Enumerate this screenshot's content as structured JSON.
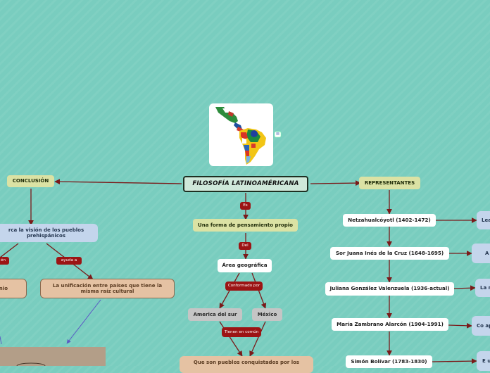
{
  "central": {
    "title": "FILOSOFÍA LATINOAMÉRICANA"
  },
  "map_image": {
    "menu_glyph": "≡"
  },
  "conclusion": {
    "label": "CONCLUSIÓN",
    "vision": "rca la visión de los pueblos prehispánicos",
    "link_left": "én",
    "link_right": "ayuda a",
    "node_left": "inio",
    "unification": "La unificación entre países que tiene la misma raíz cultural"
  },
  "center_branch": {
    "link_es": "Es",
    "definition": "Una forma de pensamiento propio",
    "link_del": "Del",
    "area": "Área geográfica",
    "link_conformado": "Conformado por",
    "america_sur": "America del sur",
    "mexico": "México",
    "link_comun": "Tienen en común",
    "bottom": "Que son pueblos conquistados por los"
  },
  "representantes": {
    "label": "REPRESENTANTES",
    "people": [
      "Netzahualcóyotl (1402-1472)",
      "Sor Juana Inés de la Cruz (1648-1695)",
      "Juliana González Valenzuela (1936-actual)",
      "María Zambrano Alarcón (1904-1991)",
      "Simón Bolívar (1783-1830)"
    ],
    "side_notes": [
      "Lea",
      "A",
      "La n",
      "Co apre",
      "E un"
    ]
  },
  "colors": {
    "background": "#79cdbf",
    "connector": "#7a1a1a",
    "link_red": "#9c1414",
    "blue_line": "#5b5bc4"
  }
}
